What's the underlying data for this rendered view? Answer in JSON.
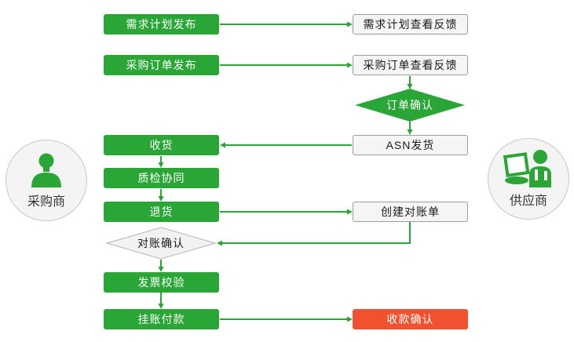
{
  "palette": {
    "green": "#2aa636",
    "red": "#f1512e",
    "white_node_fill": "#f5f5f5",
    "white_node_border": "#9e9e9e",
    "gray_diamond_fill": "#f2f2f2",
    "gray_diamond_border": "#b5b5b5",
    "circle_fill": "#f4f4f4",
    "circle_border": "#c8c8c8",
    "text_dark": "#333333"
  },
  "actors": {
    "buyer": {
      "label": "采购商",
      "icon": "person-icon"
    },
    "supplier": {
      "label": "供应商",
      "icon": "person-at-computer-icon"
    }
  },
  "buyer_lane": {
    "demand_plan_publish": "需求计划发布",
    "purchase_order_publish": "采购订单发布",
    "receive_goods": "收货",
    "quality_inspection": "质检协同",
    "return_goods": "退货",
    "reconciliation_confirm": "对账确认",
    "invoice_verification": "发票校验",
    "account_payment": "挂账付款"
  },
  "supplier_lane": {
    "demand_plan_feedback": "需求计划查看反馈",
    "purchase_order_feedback": "采购订单查看反馈",
    "order_confirm": "订单确认",
    "asn_shipment": "ASN发货",
    "create_statement": "创建对账单",
    "payment_receipt_confirm": "收款确认"
  }
}
